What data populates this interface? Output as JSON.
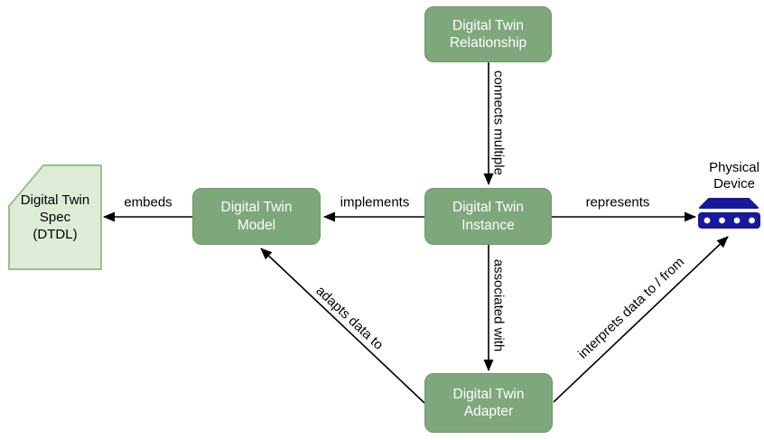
{
  "colors": {
    "background": "#ffffff",
    "node_fill": "#7ea77b",
    "node_border": "#6e9a6c",
    "node_text": "#ffffff",
    "spec_fill": "#ddecd6",
    "spec_border": "#9cbe90",
    "device_blue": "#18189b",
    "arrow": "#000000",
    "label_text": "#000000"
  },
  "nodes": {
    "relationship": {
      "label": "Digital Twin Relationship"
    },
    "instance": {
      "label": "Digital Twin Instance"
    },
    "model": {
      "label": "Digital Twin Model"
    },
    "adapter": {
      "label": "Digital Twin Adapter"
    },
    "spec": {
      "lines": [
        "Digital Twin",
        "Spec",
        "(DTDL)"
      ]
    },
    "device": {
      "lines": [
        "Physical",
        "Device"
      ]
    }
  },
  "edges": {
    "connects_multiple": {
      "label": "connects multiple",
      "from": "Digital Twin Relationship",
      "to": "Digital Twin Instance"
    },
    "implements": {
      "label": "implements",
      "from": "Digital Twin Instance",
      "to": "Digital Twin Model"
    },
    "embeds": {
      "label": "embeds",
      "from": "Digital Twin Model",
      "to": "Digital Twin Spec (DTDL)"
    },
    "represents": {
      "label": "represents",
      "from": "Digital Twin Instance",
      "to": "Physical Device"
    },
    "associated_with": {
      "label": "associated with",
      "from": "Digital Twin Instance",
      "to": "Digital Twin Adapter"
    },
    "adapts_data_to": {
      "label": "adapts data to",
      "from": "Digital Twin Adapter",
      "to": "Digital Twin Model"
    },
    "interprets_data_to_from": {
      "label": "interprets data to / from",
      "from": "Digital Twin Adapter",
      "to": "Physical Device"
    }
  }
}
